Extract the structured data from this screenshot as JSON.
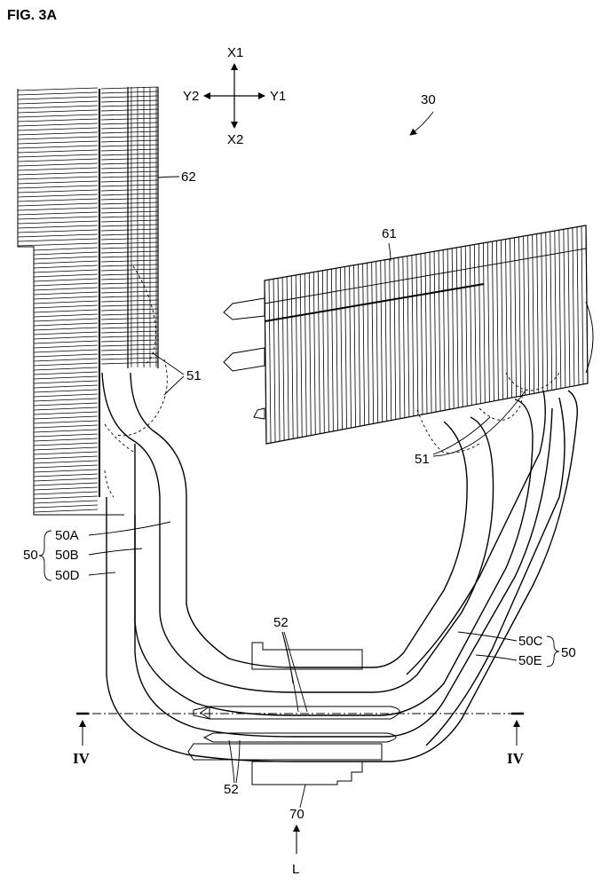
{
  "figure": {
    "title": "FIG. 3A",
    "device_label": "30",
    "axes": {
      "up": "X1",
      "down": "X2",
      "left": "Y2",
      "right": "Y1"
    },
    "labels": {
      "heatsink_upper": "62",
      "heatsink_right": "61",
      "connector_upper": "51",
      "connector_lower": "51",
      "pipe_group_left": "50",
      "pipe_group_right": "50",
      "pipe_a": "50A",
      "pipe_b": "50B",
      "pipe_d": "50D",
      "pipe_c": "50C",
      "pipe_e": "50E",
      "block_upper": "52",
      "block_lower": "52",
      "base": "70",
      "section_left": "IV",
      "section_right": "IV",
      "view_direction": "L"
    }
  }
}
